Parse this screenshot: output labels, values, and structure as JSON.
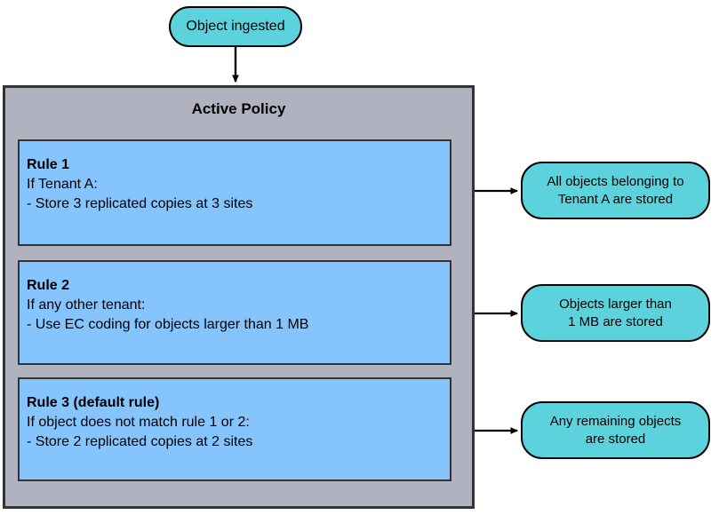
{
  "diagram": {
    "title": "Active Policy ILM rule evaluation flow",
    "colors": {
      "cyan_node": "#5CD3DC",
      "blue_rule": "#85C4FC",
      "gray_panel": "#B0B2BF",
      "border_dark": "#333333",
      "border_black": "#000000",
      "background": "#FFFFFF"
    },
    "start_node": {
      "label": "Object ingested"
    },
    "panel": {
      "title": "Active Policy"
    },
    "rules": [
      {
        "title": "Rule 1",
        "condition": "If Tenant A:",
        "action": "- Store 3 replicated copies at 3 sites"
      },
      {
        "title": "Rule 2",
        "condition": "If any other tenant:",
        "action": "- Use EC coding for objects larger than 1 MB"
      },
      {
        "title": "Rule 3 (default rule)",
        "condition": "If object does not match rule 1 or 2:",
        "action": "- Store 2 replicated copies at 2 sites"
      }
    ],
    "callouts": [
      {
        "line1": "All objects belonging to",
        "line2": "Tenant A are stored"
      },
      {
        "line1": "Objects larger than",
        "line2": "1 MB are stored"
      },
      {
        "line1": "Any remaining objects",
        "line2": "are stored"
      }
    ]
  }
}
